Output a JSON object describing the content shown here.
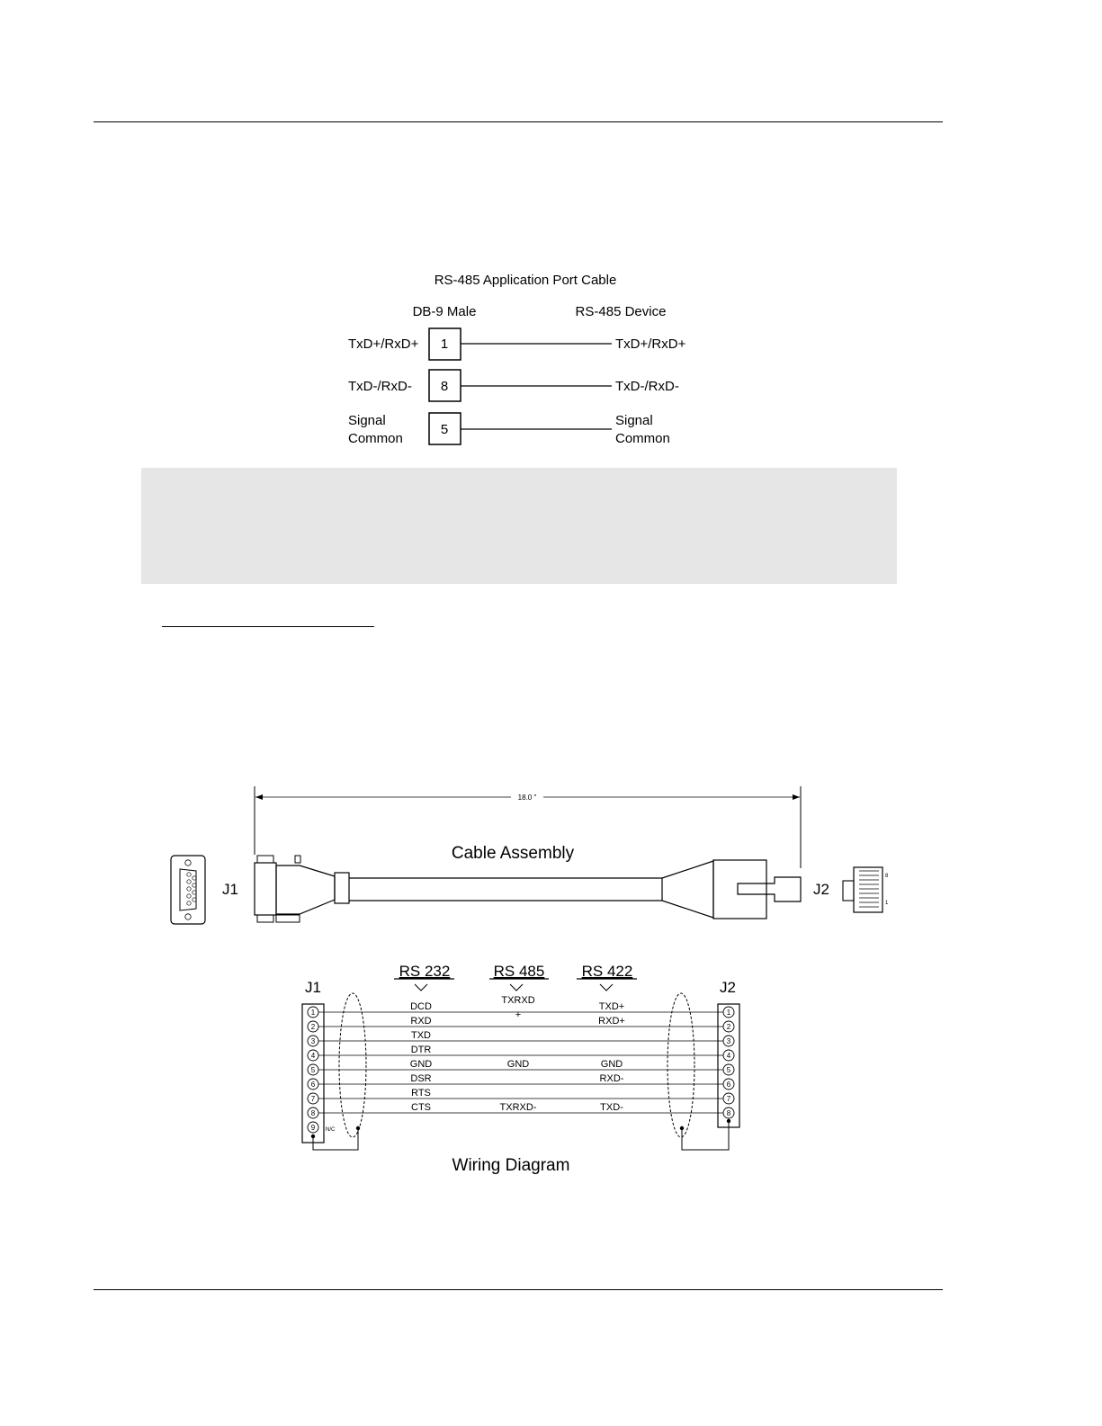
{
  "rs485_cable": {
    "title": "RS-485 Application Port Cable",
    "left_header": "DB-9 Male",
    "right_header": "RS-485 Device",
    "rows": [
      {
        "left": [
          "TxD+/RxD+"
        ],
        "pin": "1",
        "right": [
          "TxD+/RxD+"
        ]
      },
      {
        "left": [
          "TxD-/RxD-"
        ],
        "pin": "8",
        "right": [
          "TxD-/RxD-"
        ]
      },
      {
        "left": [
          "Signal",
          "Common"
        ],
        "pin": "5",
        "right": [
          "Signal",
          "Common"
        ]
      }
    ]
  },
  "cable_assembly": {
    "length": "18.0 \"",
    "title": "Cable Assembly",
    "j1": "J1",
    "j2": "J2",
    "rj_pin_top": "8",
    "rj_pin_bottom": "1"
  },
  "wiring": {
    "title": "Wiring Diagram",
    "j1": "J1",
    "j2": "J2",
    "headers": [
      "RS 232",
      "RS 485",
      "RS 422"
    ],
    "nc": "N/C",
    "j1_pins": [
      "1",
      "2",
      "3",
      "4",
      "5",
      "6",
      "7",
      "8",
      "9"
    ],
    "j2_pins": [
      "1",
      "2",
      "3",
      "4",
      "5",
      "6",
      "7",
      "8"
    ],
    "rows": [
      {
        "rs232": "DCD",
        "rs485": "TXRXD",
        "rs485b": "+",
        "rs422": "TXD+"
      },
      {
        "rs232": "RXD",
        "rs485": "",
        "rs485b": "",
        "rs422": "RXD+"
      },
      {
        "rs232": "TXD",
        "rs485": "",
        "rs485b": "",
        "rs422": ""
      },
      {
        "rs232": "DTR",
        "rs485": "",
        "rs485b": "",
        "rs422": ""
      },
      {
        "rs232": "GND",
        "rs485": "GND",
        "rs485b": "",
        "rs422": "GND"
      },
      {
        "rs232": "DSR",
        "rs485": "",
        "rs485b": "",
        "rs422": "RXD-"
      },
      {
        "rs232": "RTS",
        "rs485": "",
        "rs485b": "",
        "rs422": ""
      },
      {
        "rs232": "CTS",
        "rs485": "TXRXD-",
        "rs485b": "",
        "rs422": "TXD-"
      }
    ]
  }
}
